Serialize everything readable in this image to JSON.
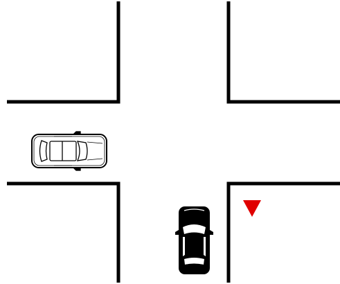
{
  "scene": {
    "type": "intersection-diagram",
    "background_color": "#ffffff",
    "curb_color": "#000000",
    "vehicles": [
      {
        "id": "white-car",
        "fill": "#ffffff",
        "stroke": "#000000",
        "heading": "east"
      },
      {
        "id": "black-car",
        "fill": "#000000",
        "stroke": "#000000",
        "heading": "north"
      }
    ],
    "markers": [
      {
        "id": "yield-marker",
        "shape": "inverted-triangle",
        "color": "#e00000"
      }
    ]
  }
}
